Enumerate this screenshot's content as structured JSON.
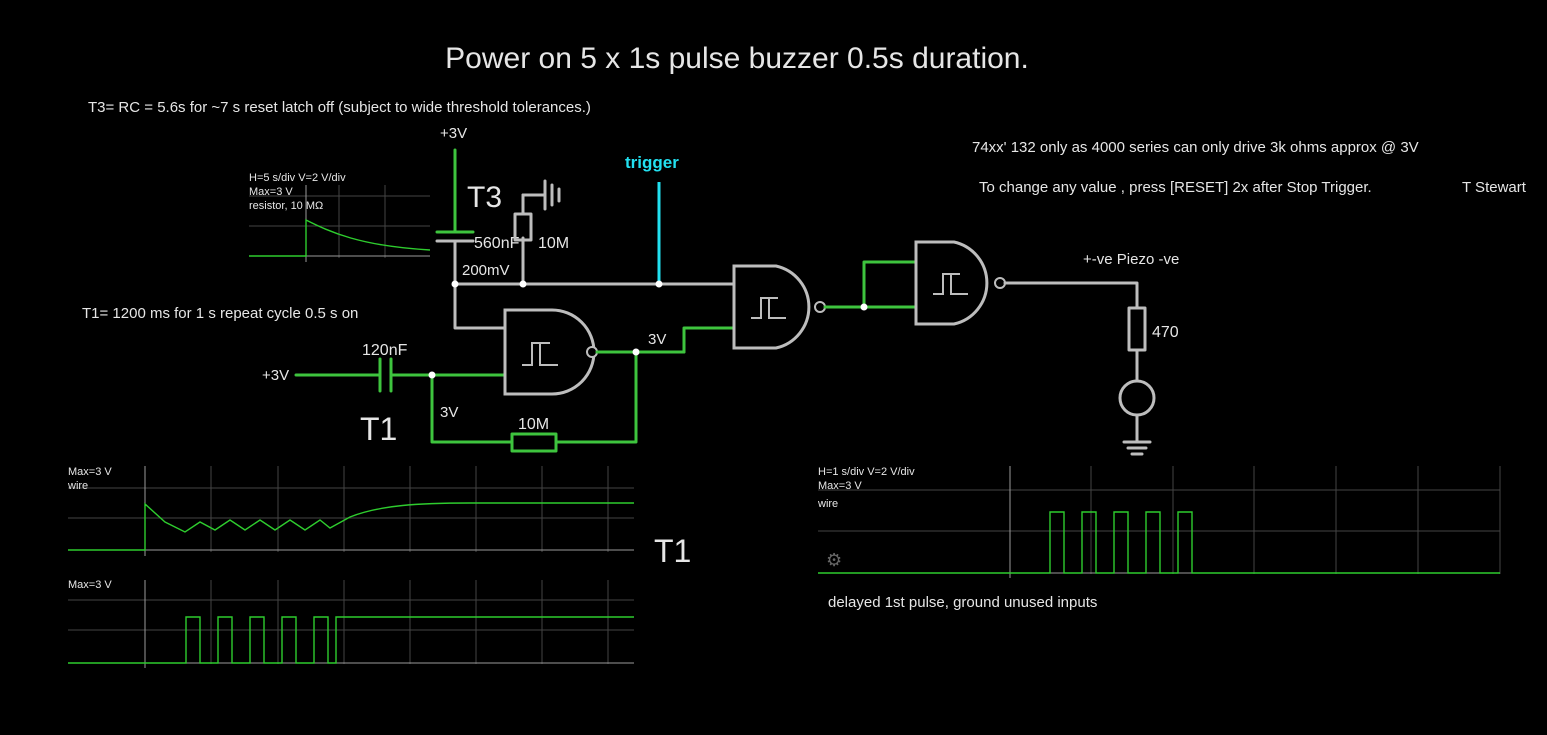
{
  "title": "Power on 5 x 1s pulse buzzer 0.5s duration.",
  "notes": {
    "t3_note": "T3= RC = 5.6s  for ~7 s reset latch off (subject to wide threshold tolerances.)",
    "t1_note": "T1= 1200 ms for 1 s repeat cycle 0.5 s on",
    "series_note": "74xx' 132 only as 4000 series can only drive 3k ohms approx @ 3V",
    "reset_note": "To change any value , press [RESET] 2x after Stop Trigger.",
    "author": "T Stewart",
    "footer_note": "delayed 1st pulse,  ground unused inputs"
  },
  "labels": {
    "plus3v_top": "+3V",
    "t3": "T3",
    "cap_560": "560nF",
    "res_10m_top": "10M",
    "v_200mv": "200mV",
    "trigger": "trigger",
    "plus3v_left": "+3V",
    "cap_120": "120nF",
    "t1": "T1",
    "v_3v_in": "3V",
    "res_10m_fb": "10M",
    "v_3v_out": "3V",
    "piezo": "+-ve Piezo  -ve",
    "res_470": "470",
    "t1_big": "T1"
  },
  "scopes": {
    "s1": {
      "line1": "H=5 s/div V=2 V/div",
      "line2": "Max=3 V",
      "line3": "resistor, 10 MΩ"
    },
    "s2": {
      "line1": "Max=3 V",
      "line2": "wire"
    },
    "s3": {
      "line1": "Max=3 V"
    },
    "s4": {
      "line1": "H=1 s/div V=2 V/div",
      "line2": "Max=3 V",
      "line3": "wire"
    }
  },
  "colors": {
    "wire_active": "#3ec43e",
    "wire_idle": "#bdbdbd",
    "trigger": "#22e0f0",
    "trace": "#2ecc2e"
  }
}
